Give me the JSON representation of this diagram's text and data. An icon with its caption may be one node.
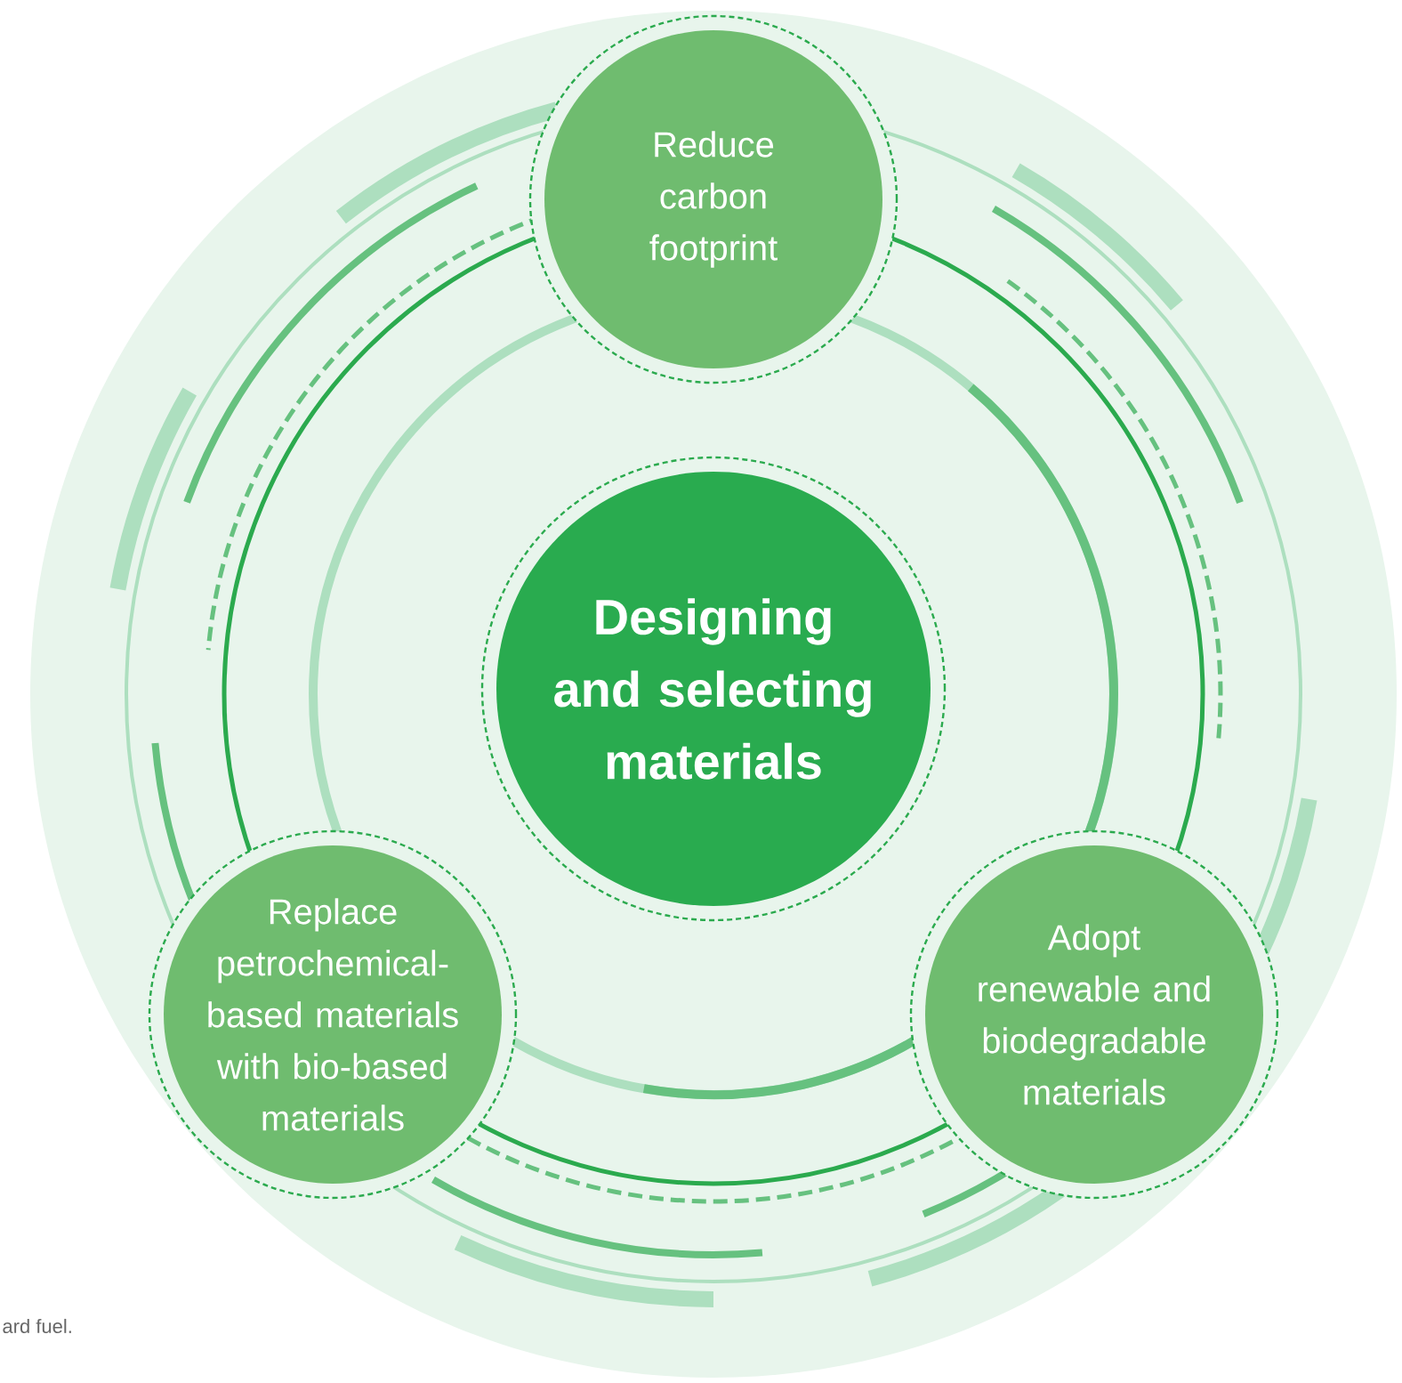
{
  "diagram": {
    "nodes": [
      {
        "text": [
          "Reduce carbon footprint"
        ]
      },
      {
        "text": [
          "Designing and selecting materials"
        ]
      },
      {
        "text": [
          "Replace petrochemical-based materials with bio-based materials"
        ]
      },
      {
        "text": [
          "Adopt renewable and biodegradable materials"
        ]
      }
    ],
    "labels": [
      "ard fuel."
    ]
  }
}
